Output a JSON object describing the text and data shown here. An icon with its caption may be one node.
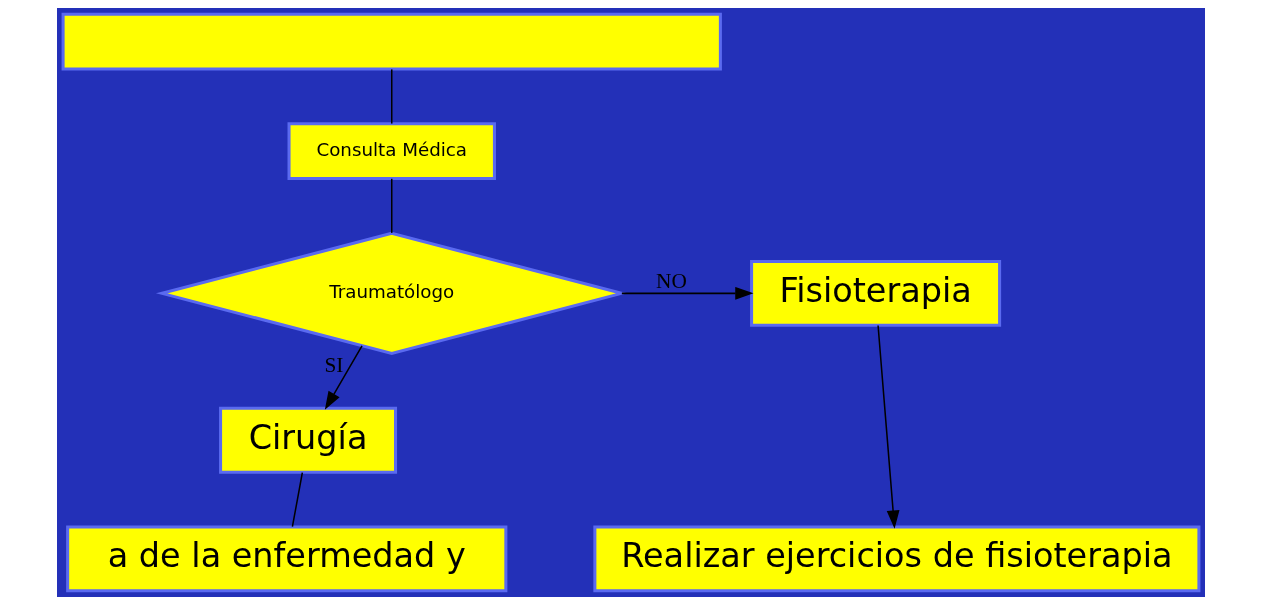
{
  "diagram": {
    "nodes": [
      {
        "text": [],
        "shape": "box"
      },
      {
        "text": [
          "Consulta Médica"
        ]
      },
      {
        "text": [
          "Traumatólogo"
        ]
      },
      {
        "text": [
          "Fisioterapia"
        ]
      },
      {
        "text": [
          "Cirugía"
        ]
      },
      {
        "text": [
          "a de la enfermedad y"
        ]
      },
      {
        "text": [
          "Realizar ejercicios de fisioterapia"
        ]
      }
    ],
    "edges": [
      {
        "from": 0,
        "to": 1,
        "arrow": "none"
      },
      {
        "from": 1,
        "to": 2,
        "arrow": "none"
      },
      {
        "from": 2,
        "to": 4,
        "arrow": "to",
        "label": "SI"
      },
      {
        "from": 2,
        "to": 3,
        "arrow": "to",
        "label": "NO"
      },
      {
        "from": 3,
        "to": 6,
        "arrow": "to"
      },
      {
        "from": 4,
        "to": 5,
        "arrow": "none"
      }
    ]
  }
}
